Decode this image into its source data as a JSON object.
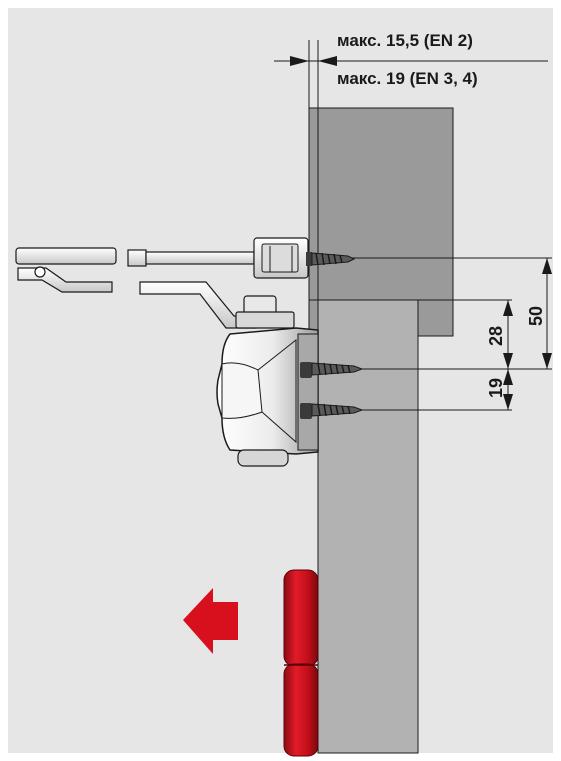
{
  "labels": {
    "max_en2": "макс. 15,5 (EN 2)",
    "max_en34": "макс. 19 (EN 3, 4)",
    "dim_50": "50",
    "dim_28": "28",
    "dim_19": "19"
  },
  "colors": {
    "background": "#e6e6e6",
    "frame": "#9a9a9a",
    "door": "#b2b2b2",
    "hinge": "#d8101e",
    "arrow": "#d8101e",
    "closer_body": "#f2f2f2",
    "line": "#1a1a1a"
  },
  "icons": {
    "direction_arrow": "left-arrow-icon"
  }
}
